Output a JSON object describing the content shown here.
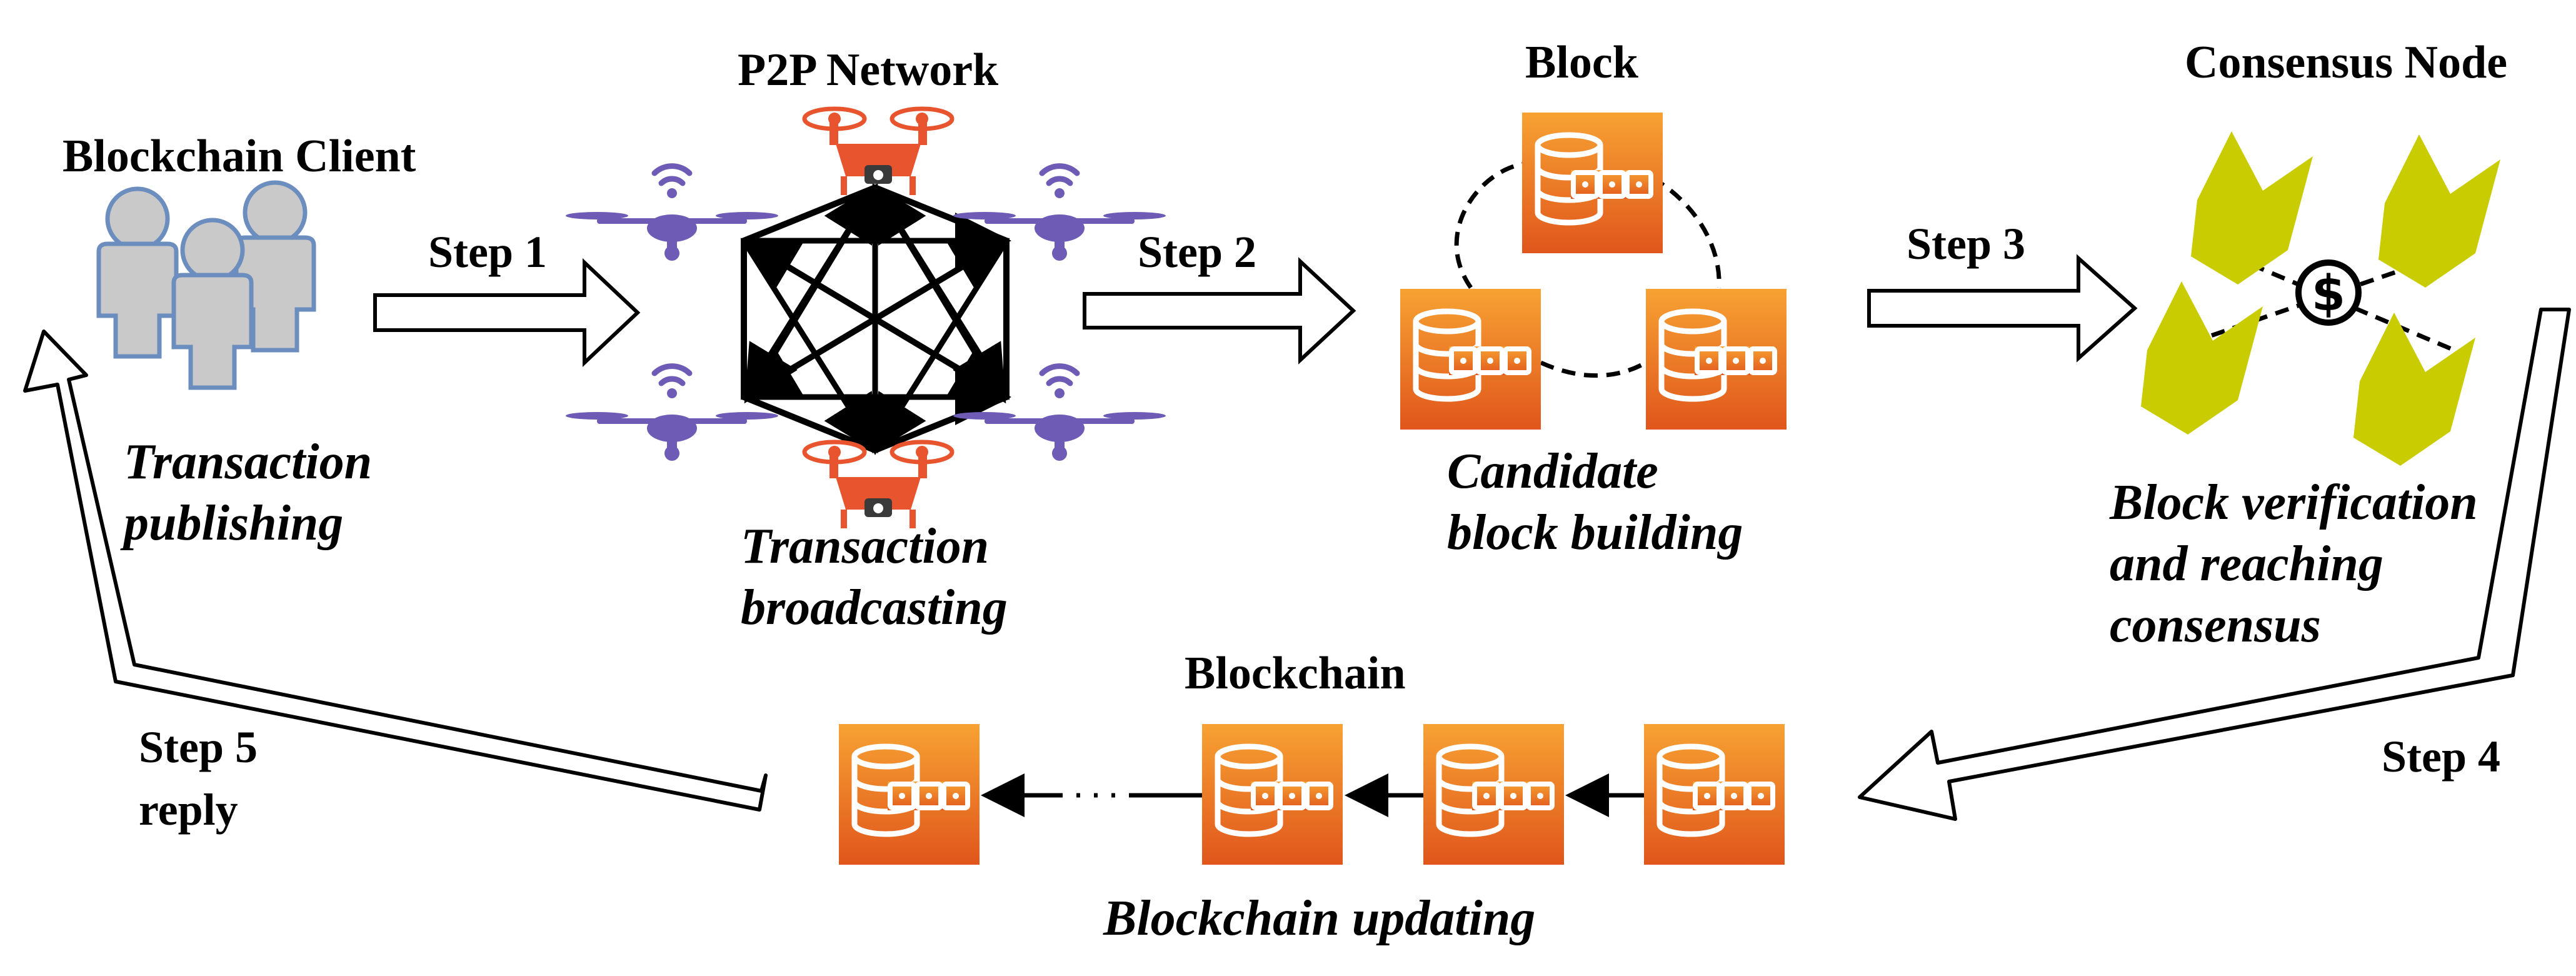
{
  "titles": {
    "client": "Blockchain Client",
    "p2p": "P2P Network",
    "block": "Block",
    "consensus": "Consensus Node",
    "blockchain": "Blockchain"
  },
  "captions": {
    "client_1": "Transaction",
    "client_2": "publishing",
    "p2p_1": "Transaction",
    "p2p_2": "broadcasting",
    "block_1": "Candidate",
    "block_2": "block building",
    "consensus_1": "Block verification",
    "consensus_2": "and reaching",
    "consensus_3": "consensus",
    "blockchain": "Blockchain updating"
  },
  "steps": {
    "step1": "Step 1",
    "step2": "Step 2",
    "step3": "Step 3",
    "step4": "Step 4",
    "step5": "Step 5",
    "step5_reply": "reply"
  },
  "colors": {
    "db_orange": "#ea6b1c",
    "db_orange_light": "#f59a3a",
    "person_fill": "#c9c9c9",
    "person_stroke": "#6c8ebf",
    "drone_purple": "#6e5bb5",
    "drone_red": "#e8542d",
    "consensus_green": "#c8cc00",
    "arrow_black": "#000000"
  },
  "icons": {
    "client": "user-group-icon",
    "p2p": "mesh-network-icon",
    "drone": "drone-icon",
    "database": "database-chain-icon",
    "consensus": "consensus-node-icon",
    "coin": "dollar-coin-icon"
  }
}
